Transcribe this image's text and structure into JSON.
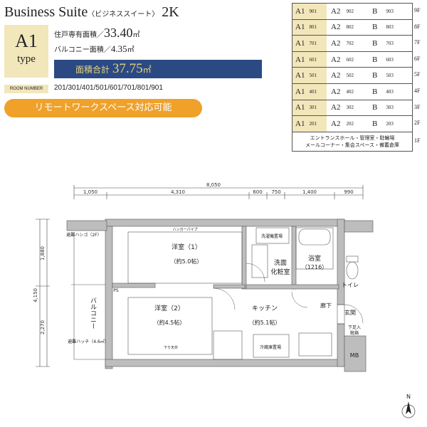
{
  "header": {
    "title": "Business Suite",
    "subtitle": "〈ビジネススイート〉",
    "layout": "2K"
  },
  "type_badge": {
    "code": "A1",
    "label": "type"
  },
  "areas": {
    "private_label": "住戸専有面積／",
    "private_value": "33.40",
    "private_unit": "㎡",
    "balcony_label": "バルコニー面積／",
    "balcony_value": "4.35",
    "balcony_unit": "㎡",
    "total_label": "面積合計",
    "total_value": "37.75",
    "total_unit": "㎡"
  },
  "room_number": {
    "label": "ROOM NUMBER",
    "value": "201/301/401/501/601/701/801/901"
  },
  "feature_banner": "リモートワークスペース対応可能",
  "floor_table": {
    "rows": [
      {
        "floor": "9F",
        "a1": "A1",
        "a1_no": "901",
        "a2": "A2",
        "a2_no": "902",
        "b": "B",
        "b_no": "903"
      },
      {
        "floor": "8F",
        "a1": "A1",
        "a1_no": "801",
        "a2": "A2",
        "a2_no": "802",
        "b": "B",
        "b_no": "803"
      },
      {
        "floor": "7F",
        "a1": "A1",
        "a1_no": "701",
        "a2": "A2",
        "a2_no": "702",
        "b": "B",
        "b_no": "703"
      },
      {
        "floor": "6F",
        "a1": "A1",
        "a1_no": "601",
        "a2": "A2",
        "a2_no": "602",
        "b": "B",
        "b_no": "603"
      },
      {
        "floor": "5F",
        "a1": "A1",
        "a1_no": "501",
        "a2": "A2",
        "a2_no": "502",
        "b": "B",
        "b_no": "503"
      },
      {
        "floor": "4F",
        "a1": "A1",
        "a1_no": "401",
        "a2": "A2",
        "a2_no": "402",
        "b": "B",
        "b_no": "403"
      },
      {
        "floor": "3F",
        "a1": "A1",
        "a1_no": "301",
        "a2": "A2",
        "a2_no": "302",
        "b": "B",
        "b_no": "303"
      },
      {
        "floor": "2F",
        "a1": "A1",
        "a1_no": "201",
        "a2": "A2",
        "a2_no": "202",
        "b": "B",
        "b_no": "203"
      }
    ],
    "common_floor": "1F",
    "common_line1": "エントランスホール・管理室・駐輪場",
    "common_line2": "メールコーナー・集会スペース・備蓄倉庫"
  },
  "floor_plan": {
    "dim_total": "8,050",
    "dim_top": [
      "1,050",
      "4,310",
      "600",
      "750",
      "1,400",
      "990"
    ],
    "dim_left": [
      "4,150",
      "1,880",
      "2,270"
    ],
    "room1": "洋室（1）",
    "room1_size": "（約5.0帖）",
    "room2": "洋室（2）",
    "room2_size": "（約4.5帖）",
    "kitchen": "キッチン",
    "kitchen_size": "（約5.1帖）",
    "bath": "浴室",
    "bath_size": "（1216）",
    "washroom_line1": "洗面",
    "washroom_line2": "化粧室",
    "toilet": "トイレ",
    "hallway": "廊下",
    "entrance": "玄関",
    "balcony": "バルコニー",
    "mb": "MB",
    "ps": "PS",
    "evac_hatch": "避難ハッチ（4.6㎡）",
    "evac_ladder": "避難ハシゴ（2F）",
    "fridge": "冷蔵庫置場",
    "washer": "洗濯機置場",
    "shoe": "下足入",
    "shoes_rack": "靴箱",
    "hanger": "ハンガーパイプ",
    "ceiling": "下り天井",
    "compass": "N"
  }
}
